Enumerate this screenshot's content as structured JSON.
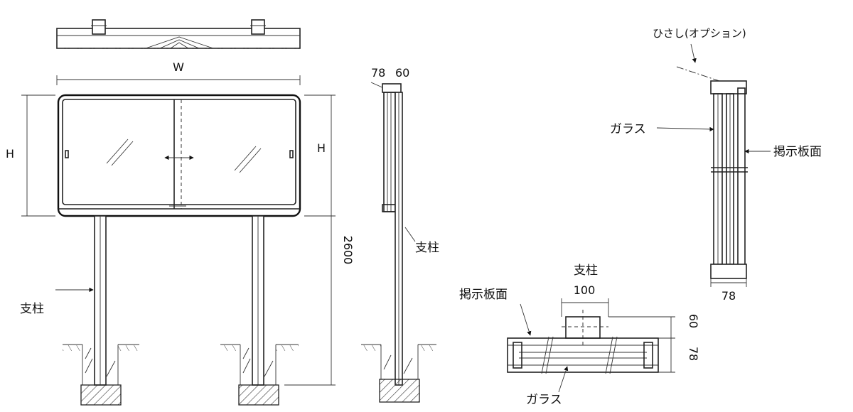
{
  "labels": {
    "width": "W",
    "height_left": "H",
    "height_right": "H",
    "post_height": "2600",
    "post_front": "支柱",
    "post_side": "支柱",
    "post_top": "支柱",
    "side_depth_a": "78",
    "side_depth_b": "60",
    "canopy": "ひさし(オプション)",
    "glass_section": "ガラス",
    "board_section": "掲示板面",
    "section_depth": "78",
    "board_plan": "掲示板面",
    "post_width": "100",
    "plan_dim_60": "60",
    "plan_dim_78": "78",
    "glass_plan": "ガラス"
  }
}
